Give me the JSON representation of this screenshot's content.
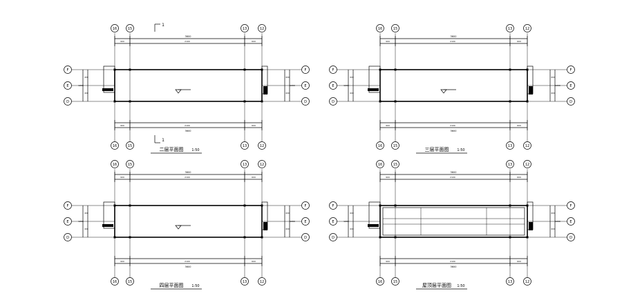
{
  "drawing_labels": {
    "cut_mark": "1",
    "plans": [
      {
        "title": "二层平面图",
        "scale": "1:50",
        "note": ""
      },
      {
        "title": "三层平面图",
        "scale": "1:50",
        "note": ""
      },
      {
        "title": "四层平面图",
        "scale": "1:50",
        "note": ""
      },
      {
        "title": "屋顶层平面图",
        "scale": "1:50",
        "note": ""
      }
    ]
  },
  "axes": {
    "vertical": [
      "16",
      "15",
      "13",
      "12"
    ],
    "horizontal": [
      "F",
      "E",
      "D"
    ]
  },
  "dimensions": {
    "overall": "3600",
    "bay_left": "900",
    "bay_mid": "2100",
    "bay_right": "600",
    "left_span": "1200",
    "left_sub_top": "600",
    "left_sub_bot": "600"
  },
  "colors": {
    "ink": "#000000",
    "background": "#ffffff"
  }
}
